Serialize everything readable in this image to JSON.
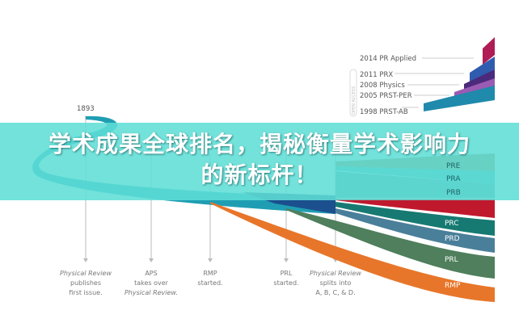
{
  "diagram": {
    "start_year": "1893",
    "open_access_label": "OPEN ACCESS",
    "open_access_journals": [
      "2014 PR Applied",
      "2011 PRX",
      "2008 Physics",
      "2005 PRST-PER",
      "1998 PRST-AB"
    ],
    "journals_right": [
      "PRE",
      "PRA",
      "PRB",
      "PRC",
      "PRD",
      "PRL",
      "RMP"
    ],
    "events": [
      {
        "lines": [
          "Physical Review",
          "publishes",
          "first issue."
        ],
        "italic": [
          true,
          false,
          false
        ]
      },
      {
        "lines": [
          "APS",
          "takes over",
          "Physical Review."
        ],
        "italic": [
          false,
          false,
          true
        ]
      },
      {
        "lines": [
          "RMP",
          "started."
        ],
        "italic": [
          false,
          false
        ]
      },
      {
        "lines": [
          "PRL",
          "started."
        ],
        "italic": [
          false,
          false
        ]
      },
      {
        "lines": [
          "Physical Review",
          "splits into",
          "A, B, C, & D."
        ],
        "italic": [
          true,
          false,
          false
        ]
      }
    ],
    "colors": {
      "pr_applied": "#b01c55",
      "prx": "#2f5cae",
      "physics": "#4b2a7c",
      "prst_per": "#9a5bb2",
      "prst_ab": "#1f8aab",
      "main": "#1e9fb4",
      "pre": "#a07040",
      "pra": "#3aa9a8",
      "prb": "#4f9190",
      "red": "#c0192e",
      "prc": "#167a72",
      "prd": "#4a7f9a",
      "prl": "#4f7f5c",
      "rmp": "#e8762a"
    }
  },
  "banner": {
    "title_line1": "学术成果全球排名，揭秘衡量学术影响力",
    "title_line2": "的新标杆！",
    "color": "#5eded6"
  }
}
